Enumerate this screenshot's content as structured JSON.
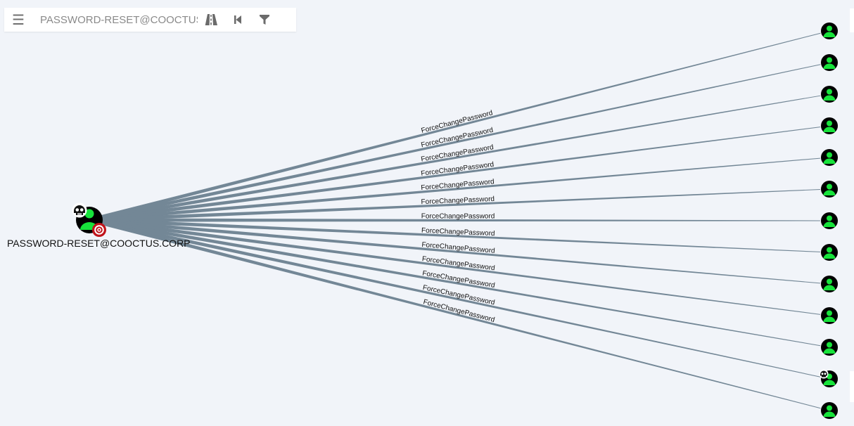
{
  "toolbar": {
    "search_value": "PASSWORD-RESET@COOCTUS.CORP",
    "menu_icon": "hamburger-menu-icon",
    "pathfinding_icon": "road-icon",
    "back_icon": "step-backward-icon",
    "filter_icon": "filter-icon"
  },
  "graph": {
    "source_node": {
      "label": "PASSWORD-RESET@COOCTUS.CORP",
      "type": "user",
      "owned": true,
      "high_value": true
    },
    "edge_label": "ForceChangePassword",
    "target_nodes": [
      {
        "type": "user",
        "owned": false
      },
      {
        "type": "user",
        "owned": false
      },
      {
        "type": "user",
        "owned": false
      },
      {
        "type": "user",
        "owned": false
      },
      {
        "type": "user",
        "owned": false
      },
      {
        "type": "user",
        "owned": false
      },
      {
        "type": "user",
        "owned": false
      },
      {
        "type": "user",
        "owned": false
      },
      {
        "type": "user",
        "owned": false
      },
      {
        "type": "user",
        "owned": false
      },
      {
        "type": "user",
        "owned": false
      },
      {
        "type": "user",
        "owned": true
      },
      {
        "type": "user",
        "owned": false
      }
    ]
  },
  "colors": {
    "background": "#f1f4f9",
    "edge": "#738796",
    "user_fill": "#17e33b",
    "node_circle": "#000000",
    "target_marker": "#c0141b"
  }
}
